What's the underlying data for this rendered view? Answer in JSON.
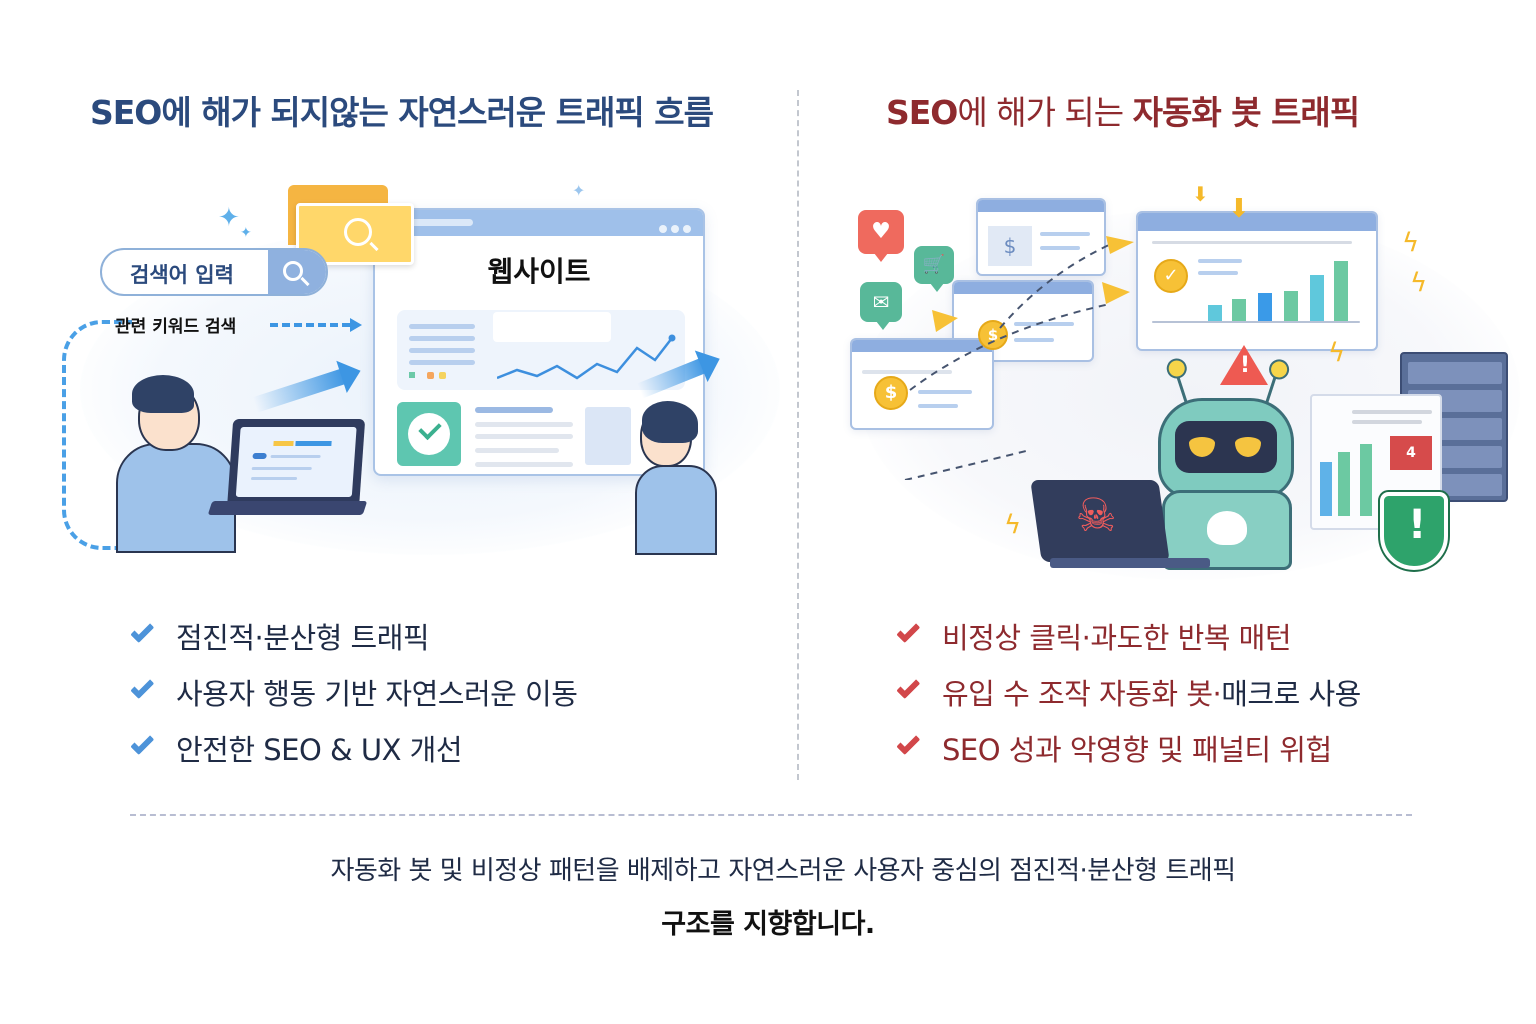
{
  "left_panel": {
    "title": "SEO에 해가 되지않는 자연스러운 트래픽 흐름",
    "accent_color": "#2b4a7d",
    "illustration": {
      "search_box_label": "검색어 입력",
      "search_icon": "search-icon",
      "keyword_flow_label": "관련 키워드 검색",
      "website_label": "웹사이트",
      "icons": [
        "folder-search-icon",
        "sparkle-icon",
        "check-icon",
        "trend-line-icon",
        "arrow-right-icon",
        "person-with-laptop",
        "person-browsing"
      ]
    },
    "bullets": [
      {
        "icon": "check-icon",
        "text": "점진적·분산형 트래픽"
      },
      {
        "icon": "check-icon",
        "text": "사용자 행동 기반 자연스러운 이동"
      },
      {
        "icon": "check-icon",
        "text": "안전한 SEO & UX 개선"
      }
    ],
    "check_color": "#4d93d9"
  },
  "right_panel": {
    "title_prefix": "SEO",
    "title_light": "에 해가 되는 ",
    "title_bold": "자동화 봇 트래픽",
    "accent_color": "#8e2a2e",
    "illustration": {
      "report_badge": "4",
      "icons": [
        "heart-bubble-icon",
        "cart-bubble-icon",
        "mail-bubble-icon",
        "dollar-coin-icon",
        "warning-triangle-icon",
        "lightning-icon",
        "robot-icon",
        "skull-laptop-icon",
        "shield-alert-icon",
        "server-rack-icon",
        "bar-chart-icon"
      ]
    },
    "bullets": [
      {
        "icon": "check-icon",
        "text": "비정상  클릭·과도한 반복 매턴"
      },
      {
        "icon": "check-icon",
        "text": "유입 수 조작 자동화 봇·",
        "text_dark": "매크로 사용"
      },
      {
        "icon": "check-icon",
        "text": "SEO 성과 악영향 및  패널티 위헙"
      }
    ],
    "check_color": "#d2474a"
  },
  "summary": {
    "line1": "자동화 봇 및 비정상 패턴을 배제하고 자연스러운 사용자 중심의  점진적·분산형 트래픽",
    "line2": "구조를 지향합니다."
  }
}
